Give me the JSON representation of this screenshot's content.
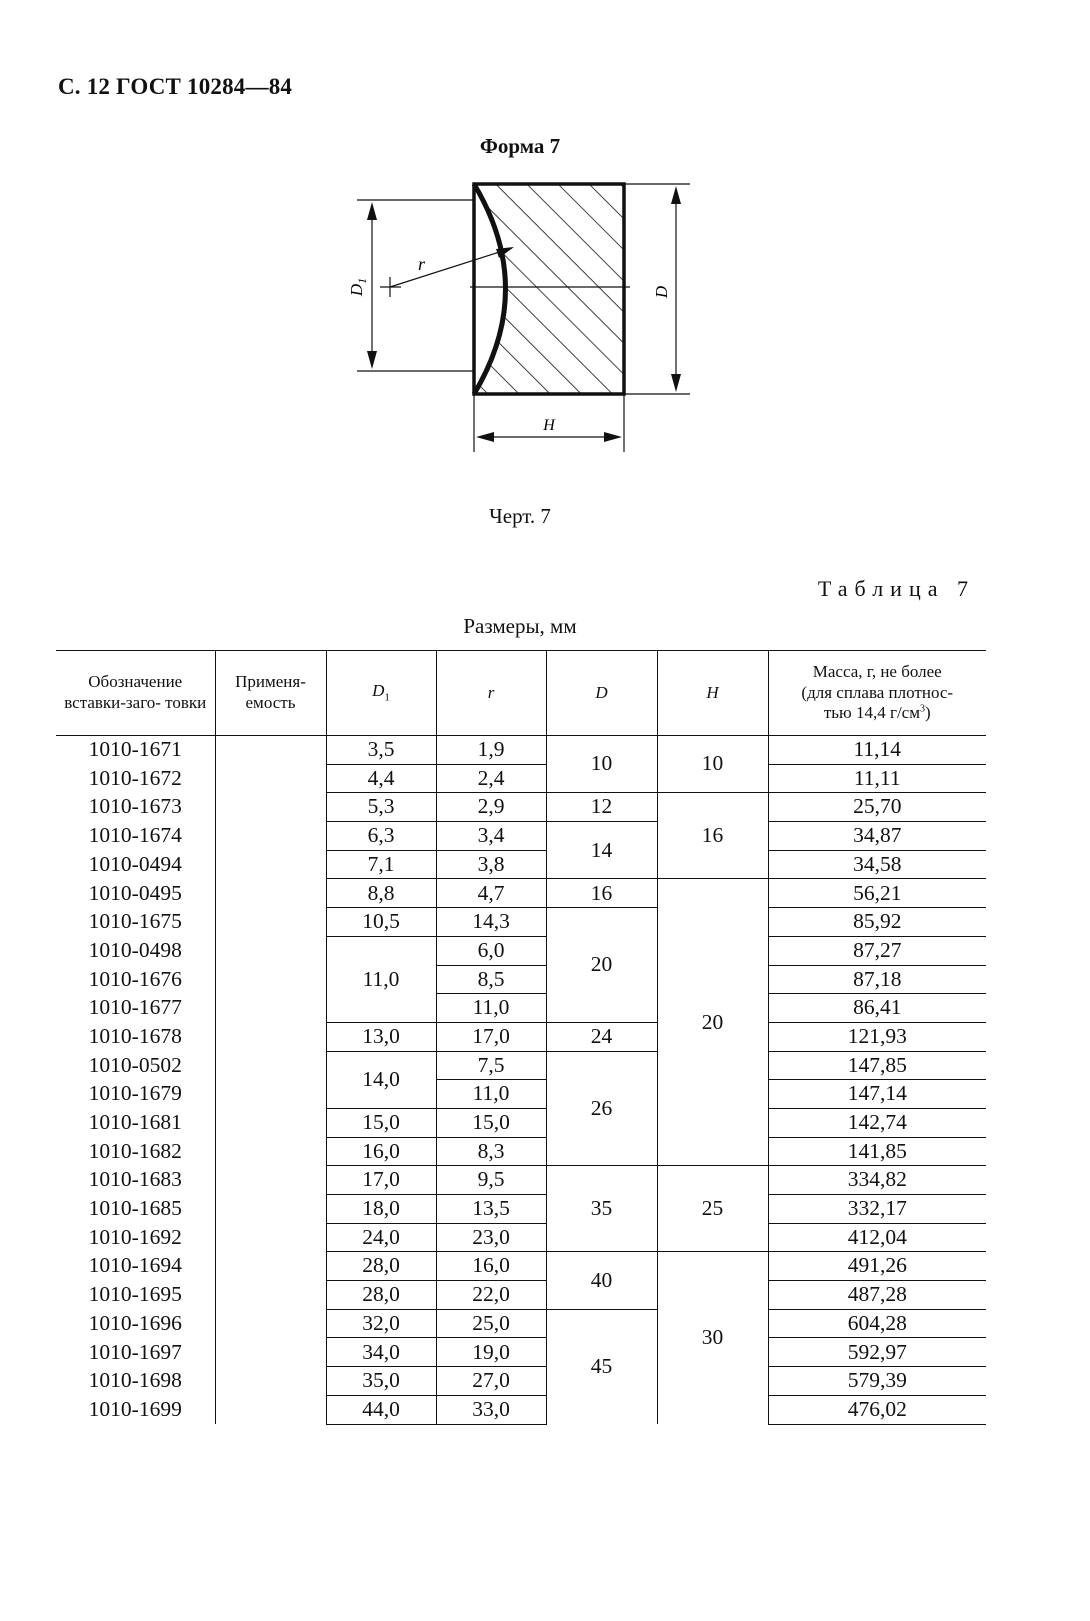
{
  "page_header": "С. 12 ГОСТ 10284—84",
  "form_title": "Форма 7",
  "drawing_labels": {
    "d1": "D",
    "d1_sub": "1",
    "r": "r",
    "d": "D",
    "h": "H"
  },
  "drawing_caption": "Черт. 7",
  "table_title": "Таблица 7",
  "table_subtitle": "Размеры, мм",
  "columns": {
    "designation": "Обозначение вставки-заго- товки",
    "applicability": "Применя- емость",
    "d1": "D",
    "d1_sub": "1",
    "r": "r",
    "d": "D",
    "h": "H",
    "mass_line1": "Масса, г, не более",
    "mass_line2": "(для сплава плотнос-",
    "mass_line3": "тью 14,4 г/см",
    "mass_line3_sup": "3",
    "mass_line3_end": ")"
  },
  "rows": [
    {
      "designation": "1010-1671",
      "applicability": "",
      "d1": "3,5",
      "r": "1,9",
      "mass": "11,14"
    },
    {
      "designation": "1010-1672",
      "applicability": "",
      "d1": "4,4",
      "r": "2,4",
      "mass": "11,11"
    },
    {
      "designation": "1010-1673",
      "applicability": "",
      "d1": "5,3",
      "r": "2,9",
      "mass": "25,70"
    },
    {
      "designation": "1010-1674",
      "applicability": "",
      "d1": "6,3",
      "r": "3,4",
      "mass": "34,87"
    },
    {
      "designation": "1010-0494",
      "applicability": "",
      "d1": "7,1",
      "r": "3,8",
      "mass": "34,58"
    },
    {
      "designation": "1010-0495",
      "applicability": "",
      "d1": "8,8",
      "r": "4,7",
      "mass": "56,21"
    },
    {
      "designation": "1010-1675",
      "applicability": "",
      "d1": "10,5",
      "r": "14,3",
      "mass": "85,92"
    },
    {
      "designation": "1010-0498",
      "applicability": "",
      "d1": "11,0",
      "r": "6,0",
      "mass": "87,27"
    },
    {
      "designation": "1010-1676",
      "applicability": "",
      "d1": "",
      "r": "8,5",
      "mass": "87,18"
    },
    {
      "designation": "1010-1677",
      "applicability": "",
      "d1": "",
      "r": "11,0",
      "mass": "86,41"
    },
    {
      "designation": "1010-1678",
      "applicability": "",
      "d1": "13,0",
      "r": "17,0",
      "mass": "121,93"
    },
    {
      "designation": "1010-0502",
      "applicability": "",
      "d1": "14,0",
      "r": "7,5",
      "mass": "147,85"
    },
    {
      "designation": "1010-1679",
      "applicability": "",
      "d1": "",
      "r": "11,0",
      "mass": "147,14"
    },
    {
      "designation": "1010-1681",
      "applicability": "",
      "d1": "15,0",
      "r": "15,0",
      "mass": "142,74"
    },
    {
      "designation": "1010-1682",
      "applicability": "",
      "d1": "16,0",
      "r": "8,3",
      "mass": "141,85"
    },
    {
      "designation": "1010-1683",
      "applicability": "",
      "d1": "17,0",
      "r": "9,5",
      "mass": "334,82"
    },
    {
      "designation": "1010-1685",
      "applicability": "",
      "d1": "18,0",
      "r": "13,5",
      "mass": "332,17"
    },
    {
      "designation": "1010-1692",
      "applicability": "",
      "d1": "24,0",
      "r": "23,0",
      "mass": "412,04"
    },
    {
      "designation": "1010-1694",
      "applicability": "",
      "d1": "28,0",
      "r": "16,0",
      "mass": "491,26"
    },
    {
      "designation": "1010-1695",
      "applicability": "",
      "d1": "28,0",
      "r": "22,0",
      "mass": "487,28"
    },
    {
      "designation": "1010-1696",
      "applicability": "",
      "d1": "32,0",
      "r": "25,0",
      "mass": "604,28"
    },
    {
      "designation": "1010-1697",
      "applicability": "",
      "d1": "34,0",
      "r": "19,0",
      "mass": "592,97"
    },
    {
      "designation": "1010-1698",
      "applicability": "",
      "d1": "35,0",
      "r": "27,0",
      "mass": "579,39"
    },
    {
      "designation": "1010-1699",
      "applicability": "",
      "d1": "44,0",
      "r": "33,0",
      "mass": "476,02"
    }
  ],
  "d_groups": [
    {
      "start": 0,
      "span": 2,
      "value": "10"
    },
    {
      "start": 2,
      "span": 1,
      "value": "12"
    },
    {
      "start": 3,
      "span": 2,
      "value": "14"
    },
    {
      "start": 5,
      "span": 1,
      "value": "16"
    },
    {
      "start": 6,
      "span": 4,
      "value": "20"
    },
    {
      "start": 10,
      "span": 1,
      "value": "24"
    },
    {
      "start": 11,
      "span": 4,
      "value": "26"
    },
    {
      "start": 15,
      "span": 3,
      "value": "35"
    },
    {
      "start": 18,
      "span": 2,
      "value": "40"
    },
    {
      "start": 20,
      "span": 4,
      "value": "45"
    }
  ],
  "h_groups": [
    {
      "start": 0,
      "span": 2,
      "value": "10"
    },
    {
      "start": 2,
      "span": 3,
      "value": "16"
    },
    {
      "start": 5,
      "span": 10,
      "value": "20"
    },
    {
      "start": 15,
      "span": 3,
      "value": "25"
    },
    {
      "start": 18,
      "span": 6,
      "value": "30"
    }
  ]
}
